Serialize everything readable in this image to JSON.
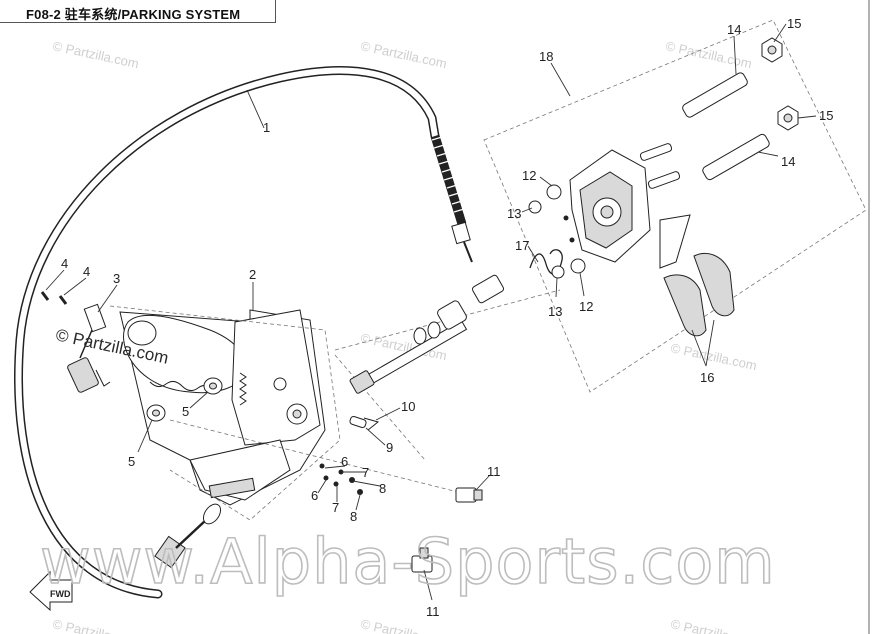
{
  "header": {
    "title": "F08-2 驻车系统/PARKING SYSTEM"
  },
  "watermarks": {
    "small": "© Partzilla.com",
    "small_short": "© Partzilla.com",
    "overlay": "© Partzilla.com",
    "big": "www.Alpha-Sports.com"
  },
  "labels": {
    "p1": "1",
    "p2": "2",
    "p3": "3",
    "p4a": "4",
    "p4b": "4",
    "p5a": "5",
    "p5b": "5",
    "p6a": "6",
    "p6b": "6",
    "p7a": "7",
    "p7b": "7",
    "p8a": "8",
    "p8b": "8",
    "p9": "9",
    "p10": "10",
    "p11a": "11",
    "p11b": "11",
    "p12a": "12",
    "p12b": "12",
    "p13a": "13",
    "p13b": "13",
    "p14a": "14",
    "p14b": "14",
    "p15a": "15",
    "p15b": "15",
    "p16": "16",
    "p17": "17",
    "p18": "18"
  },
  "fwd_arrow": {
    "label": "FWD"
  },
  "colors": {
    "line": "#222222",
    "watermark": "#bdbdbd",
    "part_fill": "#d9d9d9"
  }
}
